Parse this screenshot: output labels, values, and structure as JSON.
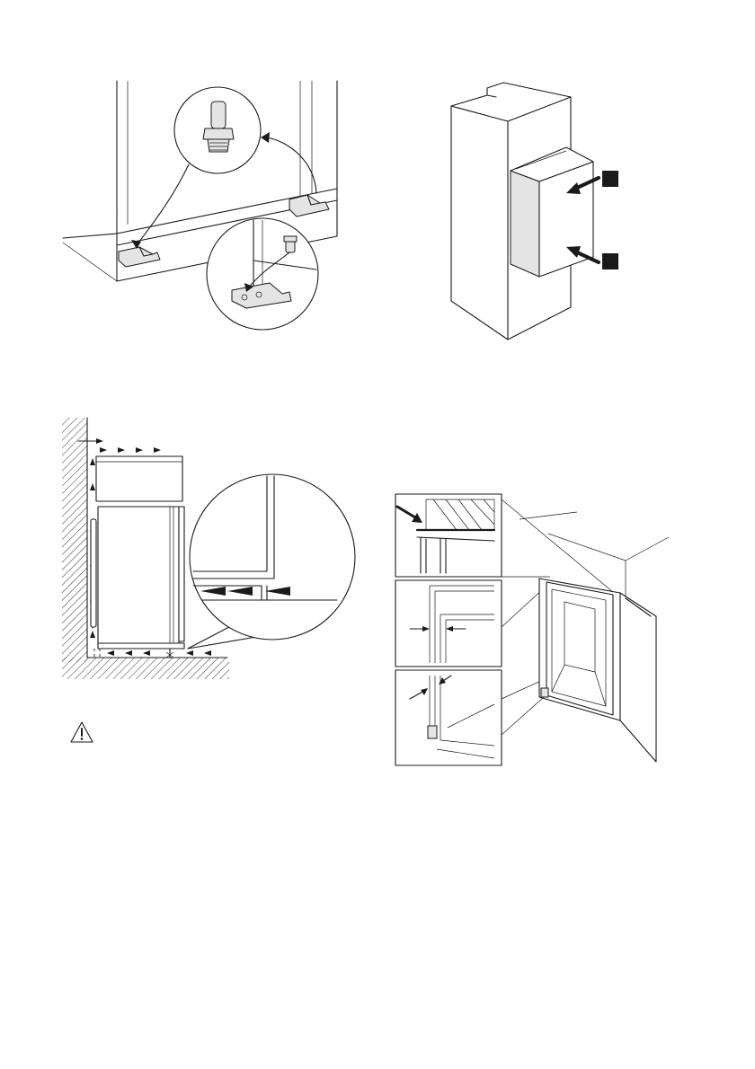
{
  "figures": [
    {
      "id": "fig1",
      "icons": [
        "adjustable-foot-icon",
        "bracket-icon"
      ]
    },
    {
      "id": "fig2",
      "markers": [
        "",
        ""
      ]
    },
    {
      "id": "fig3",
      "warning": {
        "icon": "warning-triangle-icon",
        "text": ""
      }
    },
    {
      "id": "fig4",
      "icons": [
        "seal-detail-icon"
      ]
    }
  ],
  "colors": {
    "ink": "#1a1a1a",
    "fill": "#e4e4e4",
    "paper": "#ffffff"
  }
}
